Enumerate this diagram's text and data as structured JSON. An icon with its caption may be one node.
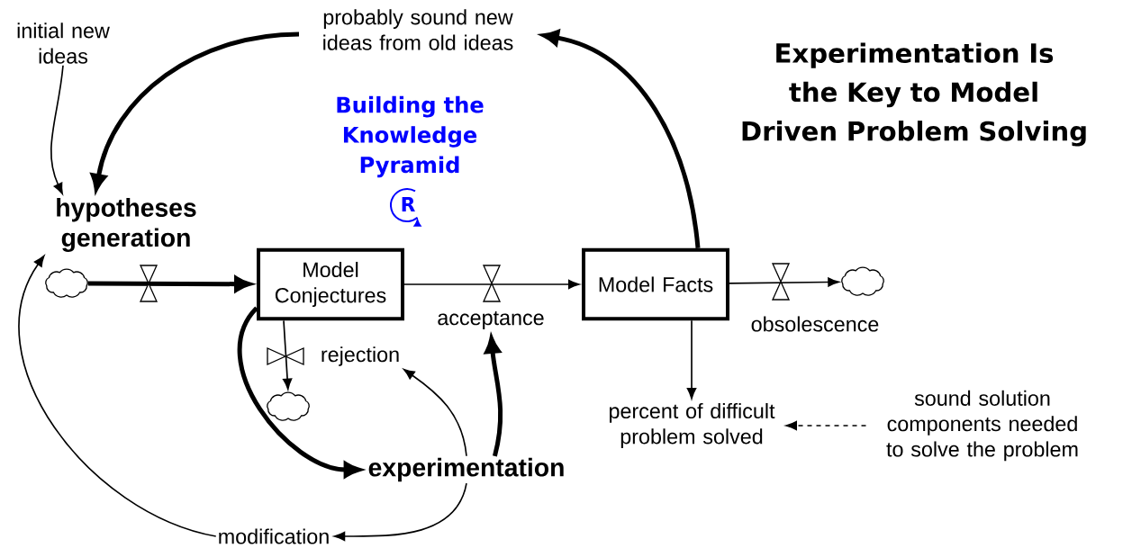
{
  "diagram": {
    "title": "Experimentation Is the Key to Model Driven Problem Solving",
    "nodes": [
      {
        "text": [
          "initial new ideas"
        ]
      },
      {
        "text": [
          "probably sound new ideas from old ideas"
        ]
      },
      {
        "text": [
          "hypotheses generation"
        ]
      },
      {
        "text": [
          "Model Conjectures"
        ]
      },
      {
        "text": [
          "Model Facts"
        ]
      },
      {
        "text": [],
        "shape": "cloud"
      },
      {
        "text": [],
        "shape": "cloud"
      },
      {
        "text": [],
        "shape": "cloud"
      },
      {
        "text": [
          "experimentation"
        ]
      },
      {
        "text": [
          "modification"
        ]
      },
      {
        "text": [
          "percent of difficult problem solved"
        ]
      },
      {
        "text": [
          "sound solution components needed to solve the problem"
        ]
      },
      {
        "text": [
          "acceptance"
        ]
      },
      {
        "text": [
          "rejection"
        ]
      }
    ],
    "edges": [
      {
        "from": 0,
        "to": 2,
        "arrow": "to"
      },
      {
        "from": 1,
        "to": 2,
        "arrow": "to",
        "style": "thick"
      },
      {
        "from": 4,
        "to": 1,
        "arrow": "to",
        "style": "thick"
      },
      {
        "from": 9,
        "to": 2,
        "arrow": "to"
      },
      {
        "from": 3,
        "to": 8,
        "arrow": "to",
        "style": "thick"
      },
      {
        "from": 8,
        "to": 13,
        "arrow": "to"
      },
      {
        "from": 8,
        "to": 12,
        "arrow": "to",
        "style": "thick"
      },
      {
        "from": 8,
        "to": 9,
        "arrow": "to"
      },
      {
        "from": 4,
        "to": 10,
        "arrow": "to"
      },
      {
        "from": 11,
        "to": 10,
        "arrow": "to",
        "style": "dashed"
      },
      {
        "from": 5,
        "to": 3,
        "arrow": "to",
        "style": "thick"
      },
      {
        "from": 3,
        "to": 4,
        "arrow": "to"
      },
      {
        "from": 3,
        "to": 6,
        "arrow": "to"
      },
      {
        "from": 4,
        "to": 7,
        "arrow": "to",
        "label": "obsolescence"
      }
    ],
    "labels": [
      "Building the Knowledge Pyramid",
      "R"
    ]
  }
}
